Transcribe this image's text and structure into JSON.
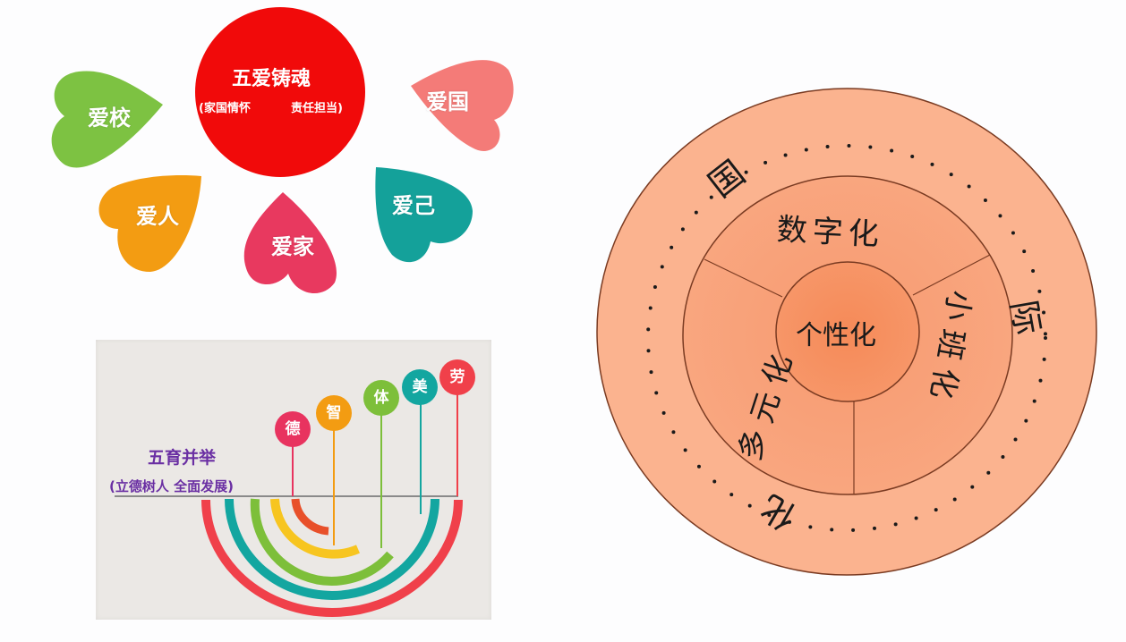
{
  "five_loves": {
    "center": {
      "title": "五爱铸魂",
      "subtitle_left": "(家国情怀",
      "subtitle_right": "责任担当)",
      "color": "#f10a0a"
    },
    "hearts": [
      {
        "label": "爱校",
        "color": "#7dc242"
      },
      {
        "label": "爱人",
        "color": "#f39c12"
      },
      {
        "label": "爱家",
        "color": "#e8395f"
      },
      {
        "label": "爱己",
        "color": "#14a19a"
      },
      {
        "label": "爱国",
        "color": "#f47b78"
      }
    ]
  },
  "five_education": {
    "title": "五育并举",
    "subtitle": "(立德树人 全面发展)",
    "title_color": "#6a2fa3",
    "items": [
      {
        "label": "德",
        "color": "#e8335f",
        "arc_color": "#e8502a"
      },
      {
        "label": "智",
        "color": "#f39c12",
        "arc_color": "#f7c520"
      },
      {
        "label": "体",
        "color": "#7dbf3a",
        "arc_color": "#7dbf3a"
      },
      {
        "label": "美",
        "color": "#13a6a0",
        "arc_color": "#13a6a0"
      },
      {
        "label": "劳",
        "color": "#f0404a",
        "arc_color": "#f0404a"
      }
    ]
  },
  "ring_diagram": {
    "core": "个性化",
    "segments": [
      "数字化",
      "小班化",
      "多元化"
    ],
    "outer": [
      "国",
      "际",
      "化"
    ],
    "colors": {
      "outer": "#fbb38f",
      "middle": "#f9a07a",
      "core": "#f68e5f",
      "stroke": "#7a3b22",
      "dots": "#1a1a1a"
    }
  }
}
